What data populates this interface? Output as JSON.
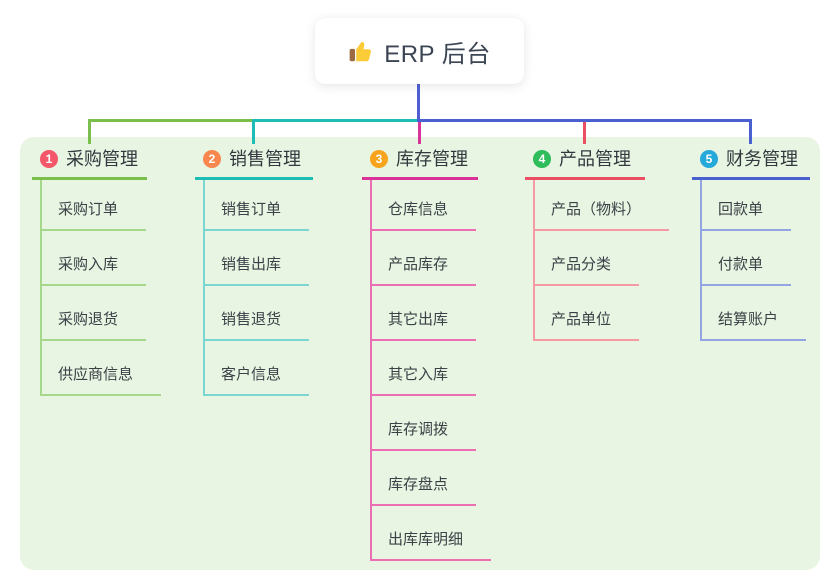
{
  "root": {
    "title": "ERP 后台",
    "icon": "thumbs-up"
  },
  "branches": [
    {
      "badge": "1",
      "label": "采购管理",
      "badge_color": "#f4566a",
      "line_color": "#7abf4c",
      "child_line_color": "#a6d88b",
      "children": [
        "采购订单",
        "采购入库",
        "采购退货",
        "供应商信息"
      ]
    },
    {
      "badge": "2",
      "label": "销售管理",
      "badge_color": "#f8874e",
      "line_color": "#1dbdb5",
      "child_line_color": "#7bd6d0",
      "children": [
        "销售订单",
        "销售出库",
        "销售退货",
        "客户信息"
      ]
    },
    {
      "badge": "3",
      "label": "库存管理",
      "badge_color": "#f7a41c",
      "line_color": "#d93298",
      "child_line_color": "#ec6fb4",
      "children": [
        "仓库信息",
        "产品库存",
        "其它出库",
        "其它入库",
        "库存调拨",
        "库存盘点",
        "出库库明细"
      ]
    },
    {
      "badge": "4",
      "label": "产品管理",
      "badge_color": "#2fbd5b",
      "line_color": "#ea4e63",
      "child_line_color": "#f59aa4",
      "children": [
        "产品（物料）",
        "产品分类",
        "产品单位"
      ]
    },
    {
      "badge": "5",
      "label": "财务管理",
      "badge_color": "#25a9da",
      "line_color": "#4a5fd0",
      "child_line_color": "#93a4e2",
      "children": [
        "回款单",
        "付款单",
        "结算账户"
      ]
    }
  ],
  "colors": {
    "page_bg": "#ffffff",
    "panel_bg": "#e7f5e2",
    "stem": "#4f5fd2",
    "root_text": "#3b4553",
    "node_text": "#3c4147"
  }
}
